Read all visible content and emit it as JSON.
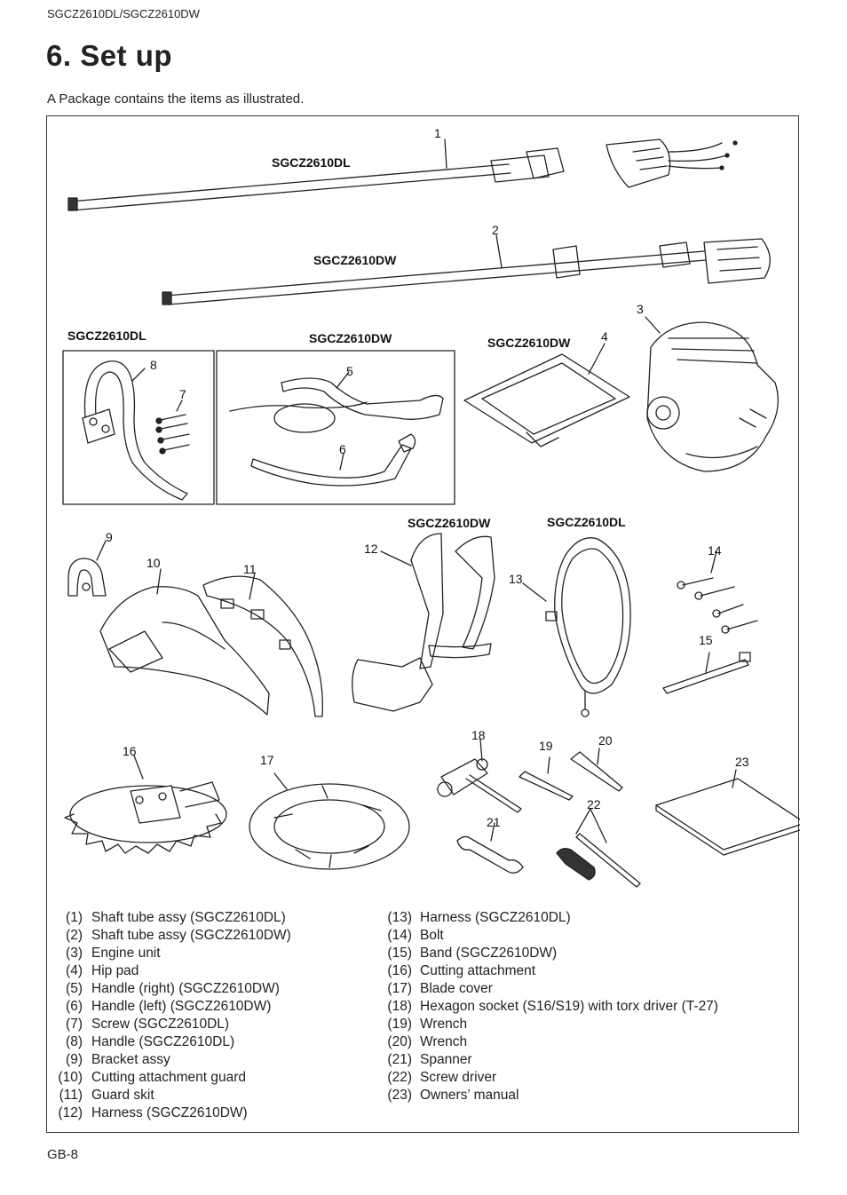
{
  "header": {
    "model": "SGCZ2610DL/SGCZ2610DW"
  },
  "title": "6. Set up",
  "intro": "A Package contains the items as illustrated.",
  "figure": {
    "model_labels": {
      "shaft_dl": "SGCZ2610DL",
      "shaft_dw": "SGCZ2610DW",
      "handle_dl": "SGCZ2610DL",
      "handle_dw": "SGCZ2610DW",
      "hip_pad_dw": "SGCZ2610DW",
      "harness_dw": "SGCZ2610DW",
      "harness_dl": "SGCZ2610DL"
    },
    "callouts": [
      "1",
      "2",
      "3",
      "4",
      "5",
      "6",
      "7",
      "8",
      "9",
      "10",
      "11",
      "12",
      "13",
      "14",
      "15",
      "16",
      "17",
      "18",
      "19",
      "20",
      "21",
      "22",
      "23"
    ]
  },
  "parts_left": [
    {
      "num": "(1)",
      "name": "Shaft tube assy (SGCZ2610DL)"
    },
    {
      "num": "(2)",
      "name": "Shaft tube assy (SGCZ2610DW)"
    },
    {
      "num": "(3)",
      "name": "Engine unit"
    },
    {
      "num": "(4)",
      "name": "Hip pad"
    },
    {
      "num": "(5)",
      "name": "Handle (right) (SGCZ2610DW)"
    },
    {
      "num": "(6)",
      "name": "Handle (left) (SGCZ2610DW)"
    },
    {
      "num": "(7)",
      "name": "Screw (SGCZ2610DL)"
    },
    {
      "num": "(8)",
      "name": "Handle (SGCZ2610DL)"
    },
    {
      "num": "(9)",
      "name": "Bracket assy"
    },
    {
      "num": "(10)",
      "name": "Cutting attachment guard"
    },
    {
      "num": "(11)",
      "name": "Guard skit"
    },
    {
      "num": "(12)",
      "name": "Harness (SGCZ2610DW)"
    }
  ],
  "parts_right": [
    {
      "num": "(13)",
      "name": "Harness (SGCZ2610DL)"
    },
    {
      "num": "(14)",
      "name": "Bolt"
    },
    {
      "num": "(15)",
      "name": "Band (SGCZ2610DW)"
    },
    {
      "num": "(16)",
      "name": "Cutting attachment"
    },
    {
      "num": "(17)",
      "name": "Blade cover"
    },
    {
      "num": "(18)",
      "name": "Hexagon socket (S16/S19) with torx driver (T-27)"
    },
    {
      "num": "(19)",
      "name": "Wrench"
    },
    {
      "num": "(20)",
      "name": "Wrench"
    },
    {
      "num": "(21)",
      "name": "Spanner"
    },
    {
      "num": "(22)",
      "name": "Screw driver"
    },
    {
      "num": "(23)",
      "name": "Owners’ manual"
    }
  ],
  "footer": {
    "page": "GB-8"
  }
}
